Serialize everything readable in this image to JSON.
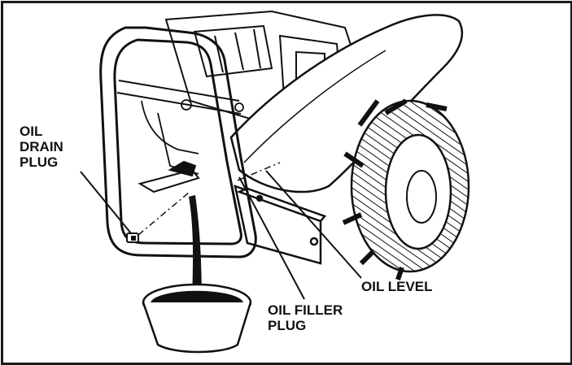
{
  "labels": {
    "drain_plug": "OIL\nDRAIN\nPLUG",
    "oil_level": "OIL LEVEL",
    "filler_plug": "OIL FILLER\nPLUG"
  },
  "colors": {
    "ink": "#111111",
    "paper": "#ffffff",
    "frame": "#1a1a1a"
  }
}
